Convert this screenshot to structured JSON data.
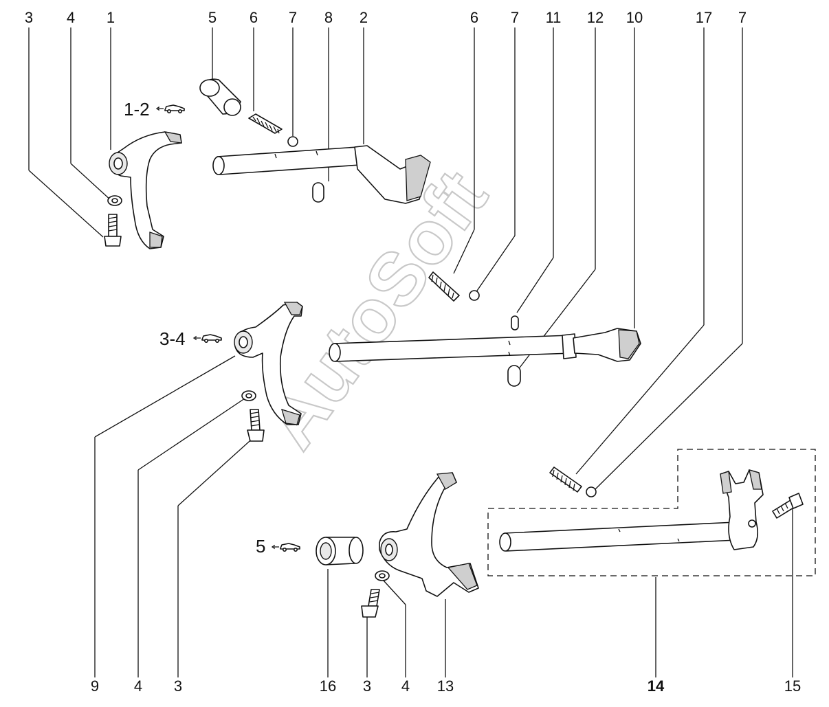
{
  "callouts_top": [
    "3",
    "4",
    "1",
    "5",
    "6",
    "7",
    "8",
    "2",
    "6",
    "7",
    "11",
    "12",
    "10",
    "17",
    "7"
  ],
  "callouts_bottom": [
    "9",
    "4",
    "3",
    "16",
    "3",
    "4",
    "13",
    "14",
    "15"
  ],
  "gear_labels": [
    "1-2",
    "3-4",
    "5"
  ],
  "watermark": "AutoSoft",
  "colors": {
    "line": "#111111",
    "background": "#ffffff",
    "watermark": "#c8c8c8"
  },
  "icons": [
    "car-icon"
  ]
}
